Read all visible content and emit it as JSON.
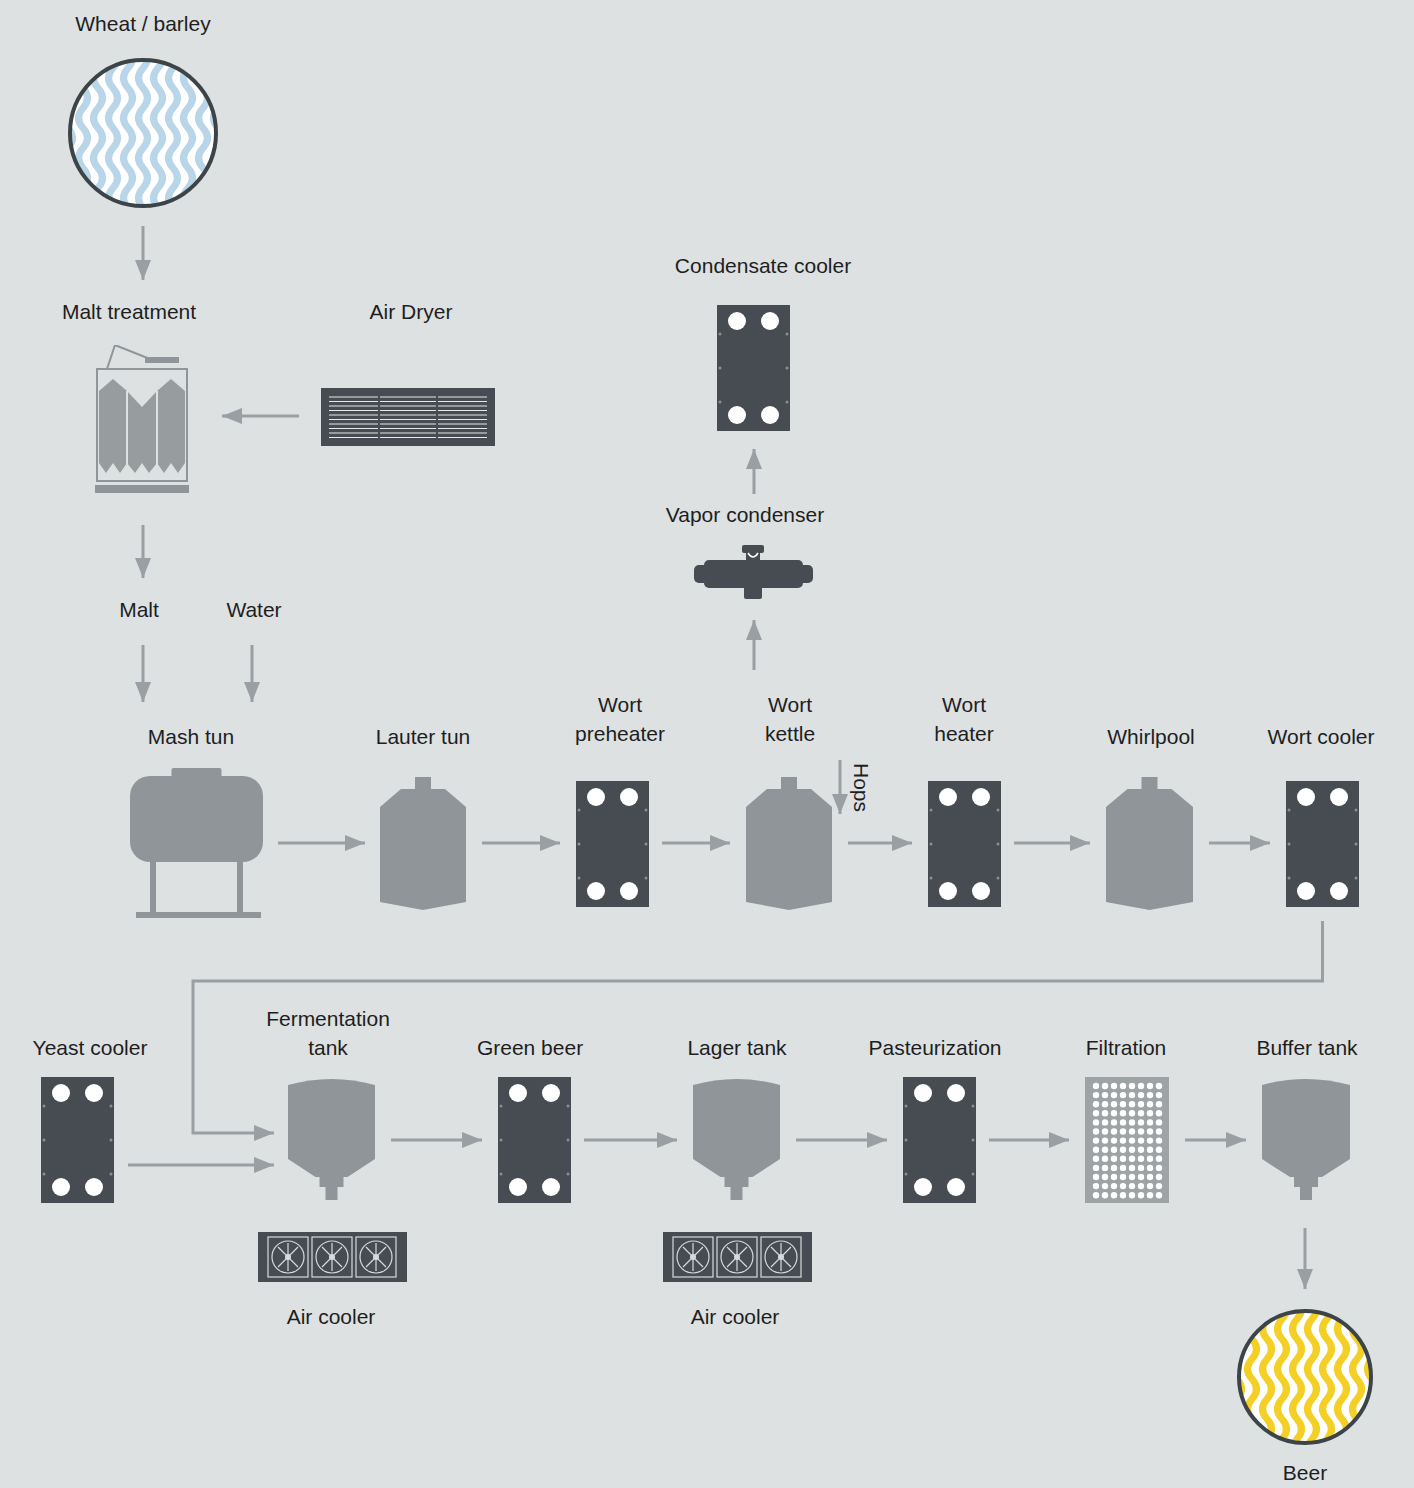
{
  "diagram": {
    "nodes": [
      {
        "text": [
          "Wheat  / barley"
        ]
      },
      {
        "text": [
          "Malt treatment"
        ]
      },
      {
        "text": [
          "Air Dryer"
        ]
      },
      {
        "text": [
          "Condensate cooler"
        ]
      },
      {
        "text": [
          "Vapor condenser"
        ]
      },
      {
        "text": [
          "Mash tun"
        ]
      },
      {
        "text": [
          "Lauter tun"
        ]
      },
      {
        "text": [
          "Wort preheater"
        ]
      },
      {
        "text": [
          "Wort kettle"
        ]
      },
      {
        "text": [
          "Wort heater"
        ]
      },
      {
        "text": [
          "Whirlpool"
        ]
      },
      {
        "text": [
          "Wort cooler"
        ]
      },
      {
        "text": [
          "Yeast cooler"
        ]
      },
      {
        "text": [
          "Fermentation tank"
        ]
      },
      {
        "text": [
          "Green beer"
        ]
      },
      {
        "text": [
          "Lager tank"
        ]
      },
      {
        "text": [
          "Pasteurization"
        ]
      },
      {
        "text": [
          "Filtration"
        ]
      },
      {
        "text": [
          "Buffer tank"
        ]
      },
      {
        "text": [
          "Air cooler"
        ]
      },
      {
        "text": [
          "Air cooler"
        ]
      },
      {
        "text": [
          "Beer"
        ]
      }
    ],
    "edges": [
      {
        "from": 0,
        "to": 1,
        "arrow": "to"
      },
      {
        "from": 2,
        "to": 1,
        "arrow": "to"
      },
      {
        "from": 8,
        "to": 4,
        "arrow": "to"
      },
      {
        "from": 4,
        "to": 3,
        "arrow": "to"
      },
      {
        "from": 5,
        "to": 6,
        "arrow": "to"
      },
      {
        "from": 6,
        "to": 7,
        "arrow": "to"
      },
      {
        "from": 7,
        "to": 8,
        "arrow": "to"
      },
      {
        "from": 8,
        "to": 9,
        "arrow": "to"
      },
      {
        "from": 9,
        "to": 10,
        "arrow": "to"
      },
      {
        "from": 10,
        "to": 11,
        "arrow": "to"
      },
      {
        "from": 11,
        "to": 13,
        "arrow": "to"
      },
      {
        "from": 12,
        "to": 13,
        "arrow": "to"
      },
      {
        "from": 13,
        "to": 14,
        "arrow": "to"
      },
      {
        "from": 14,
        "to": 15,
        "arrow": "to"
      },
      {
        "from": 15,
        "to": 16,
        "arrow": "to"
      },
      {
        "from": 16,
        "to": 17,
        "arrow": "to"
      },
      {
        "from": 17,
        "to": 18,
        "arrow": "to"
      },
      {
        "from": 18,
        "to": 21,
        "arrow": "to"
      }
    ],
    "labels": [
      "Malt",
      "Water",
      "Hops"
    ]
  }
}
